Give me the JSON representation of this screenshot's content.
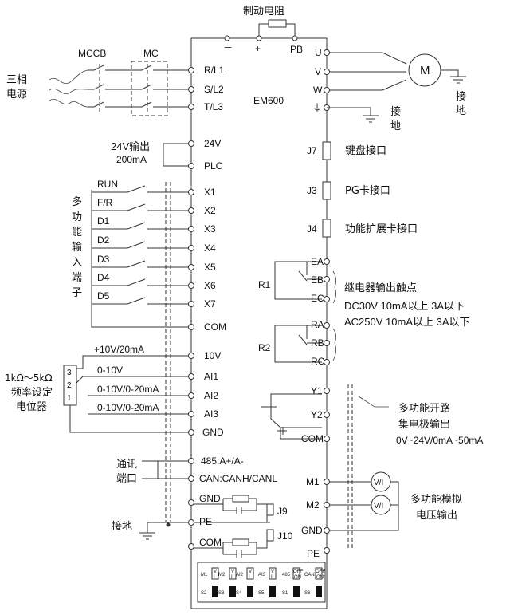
{
  "labels": {
    "brake_resistor": "制动电阻",
    "three_phase_1": "三相",
    "three_phase_2": "电源",
    "mccb": "MCCB",
    "mc": "MC",
    "model": "EM600",
    "motor": "M",
    "ground_right_1": "接",
    "ground_right_2": "地",
    "ground_pe_1": "接",
    "ground_pe_2": "地",
    "out24v_1": "24V输出",
    "out24v_2": "200mA",
    "multifunc_input": [
      "多",
      "功",
      "能",
      "输",
      "入",
      "端",
      "子"
    ],
    "pot_1": "1kΩ～5kΩ",
    "pot_2": "频率设定",
    "pot_3": "电位器",
    "comm_1": "通讯",
    "comm_2": "端口",
    "ground_left": "接地",
    "keyboard_port": "键盘接口",
    "pg_port": "PG卡接口",
    "ext_port": "功能扩展卡接口",
    "relay_1": "继电器输出触点",
    "relay_2": "DC30V  10mA以上  3A以下",
    "relay_3": "AC250V 10mA以上  3A以下",
    "oc_1": "多功能开路",
    "oc_2": "集电极输出",
    "oc_3": "0V~24V/0mA~50mA",
    "ao_1": "多功能模拟",
    "ao_2": "电压输出",
    "vi": "V/I",
    "ref_10v": "+10V/20mA",
    "ai1_range": "0-10V",
    "ai2_range": "0-10V/0-20mA",
    "ai3_range": "0-10V/0-20mA",
    "pot_pins": [
      "3",
      "2",
      "1"
    ]
  },
  "terminals": {
    "minus": "－",
    "plus": "+",
    "pb": "PB",
    "rl1": "R/L1",
    "sl2": "S/L2",
    "tl3": "T/L3",
    "u": "U",
    "v": "V",
    "w": "W",
    "pe_sym": "⏚",
    "v24": "24V",
    "plc": "PLC",
    "x_inputs": [
      "X1",
      "X2",
      "X3",
      "X4",
      "X5",
      "X6",
      "X7"
    ],
    "com": "COM",
    "v10": "10V",
    "ai1": "AI1",
    "ai2": "AI2",
    "ai3": "AI3",
    "gnd": "GND",
    "rs485": "485:A+/A-",
    "can": "CAN:CANH/CANL",
    "gnd_j9": "GND",
    "pe": "PE",
    "com_j10": "COM",
    "j7": "J7",
    "j3": "J3",
    "j4": "J4",
    "ea": "EA",
    "eb": "EB",
    "ec": "EC",
    "ra": "RA",
    "rb": "RB",
    "rc": "RC",
    "r1": "R1",
    "r2": "R2",
    "y1": "Y1",
    "y2": "Y2",
    "com_out": "COM",
    "m1": "M1",
    "m2": "M2",
    "gnd_out": "GND",
    "pe_out": "PE",
    "j9": "J9",
    "j10": "J10"
  },
  "switch_inputs": [
    "RUN",
    "F/R",
    "D1",
    "D2",
    "D3",
    "D4",
    "D5"
  ],
  "dip_labels": {
    "row1": [
      "M1",
      "M2",
      "AI2",
      "AI3",
      "485",
      "CAN"
    ],
    "row2": [
      "S2",
      "S3",
      "S4",
      "S5",
      "S1",
      "S6"
    ],
    "vi_top": "V",
    "vi_bot": "I",
    "off": "OFF",
    "on": "ON"
  }
}
